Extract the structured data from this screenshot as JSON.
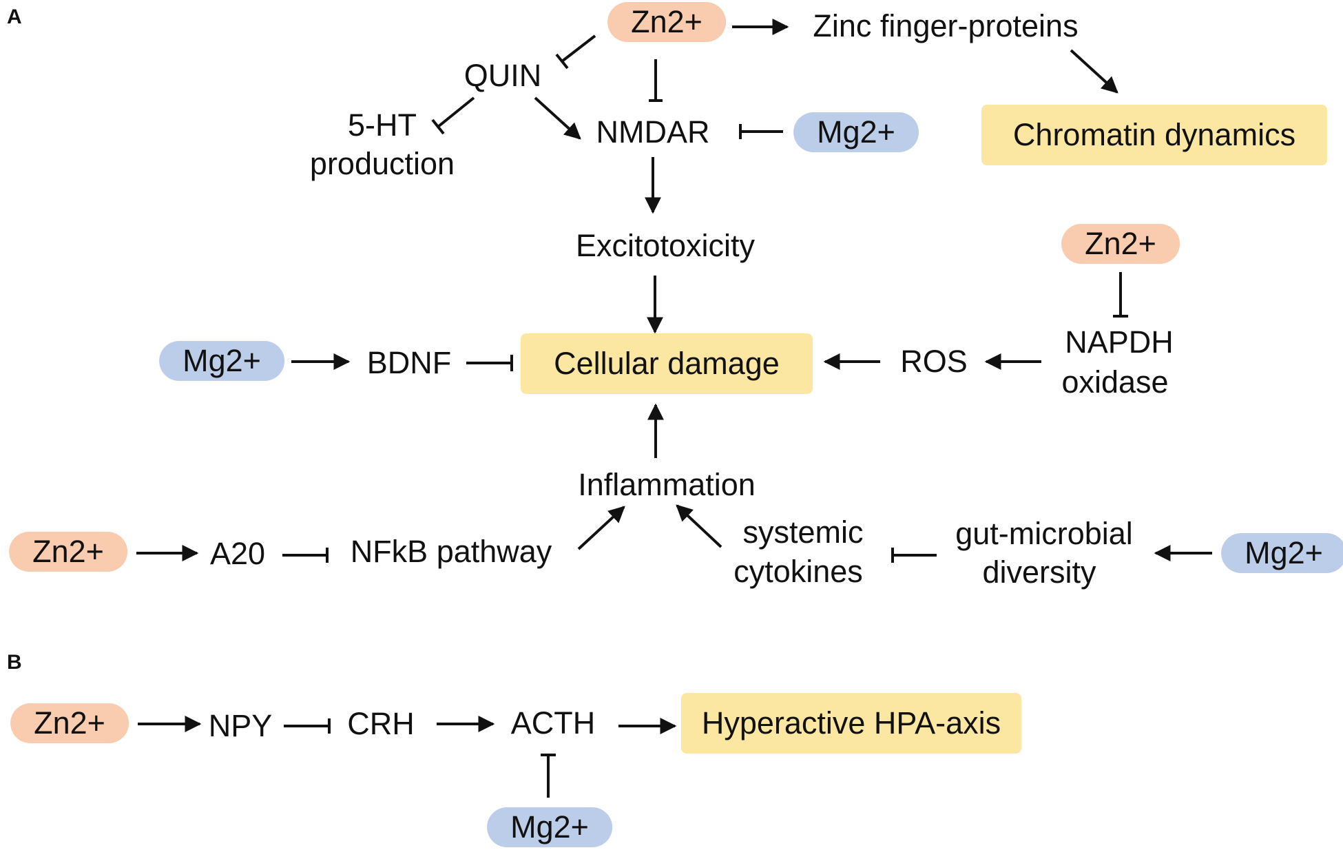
{
  "panels": {
    "a": "A",
    "b": "B"
  },
  "colors": {
    "zinc": "#f9cbaf",
    "magnesium": "#bccde9",
    "outcome": "#fbe7a1",
    "line": "#111111"
  },
  "nodes": {
    "zn_top": "Zn2+",
    "zinc_fingers": "Zinc finger-proteins",
    "chromatin": "Chromatin dynamics",
    "quin": "QUIN",
    "ht5": "5-HT",
    "production": "production",
    "nmdar": "NMDAR",
    "mg_nmdar": "Mg2+",
    "excitotoxicity": "Excitotoxicity",
    "zn_nadph": "Zn2+",
    "napdh": "NAPDH",
    "oxidase": "oxidase",
    "ros": "ROS",
    "cellular_damage": "Cellular damage",
    "mg_bdnf": "Mg2+",
    "bdnf": "BDNF",
    "inflammation": "Inflammation",
    "zn_a20": "Zn2+",
    "a20": "A20",
    "nfkb": "NFkB pathway",
    "systemic": "systemic",
    "cytokines": "cytokines",
    "gut": "gut-microbial",
    "diversity": "diversity",
    "mg_gut": "Mg2+",
    "zn_npy": "Zn2+",
    "npy": "NPY",
    "crh": "CRH",
    "acth": "ACTH",
    "hpa": "Hyperactive HPA-axis",
    "mg_acth": "Mg2+"
  }
}
